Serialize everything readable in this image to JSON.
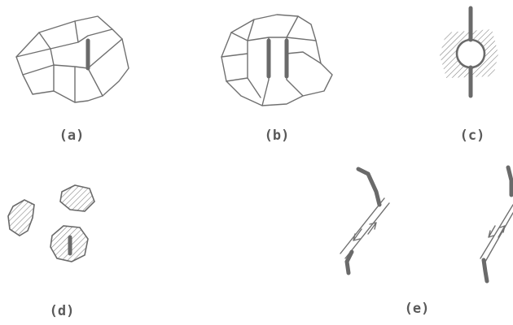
{
  "figure": {
    "panels": [
      {
        "id": "a",
        "label": "(a)"
      },
      {
        "id": "b",
        "label": "(b)"
      },
      {
        "id": "c",
        "label": "(c)"
      },
      {
        "id": "d",
        "label": "(d)"
      },
      {
        "id": "e",
        "label": "(e)"
      }
    ],
    "ink_color": "#6a6a6a"
  }
}
